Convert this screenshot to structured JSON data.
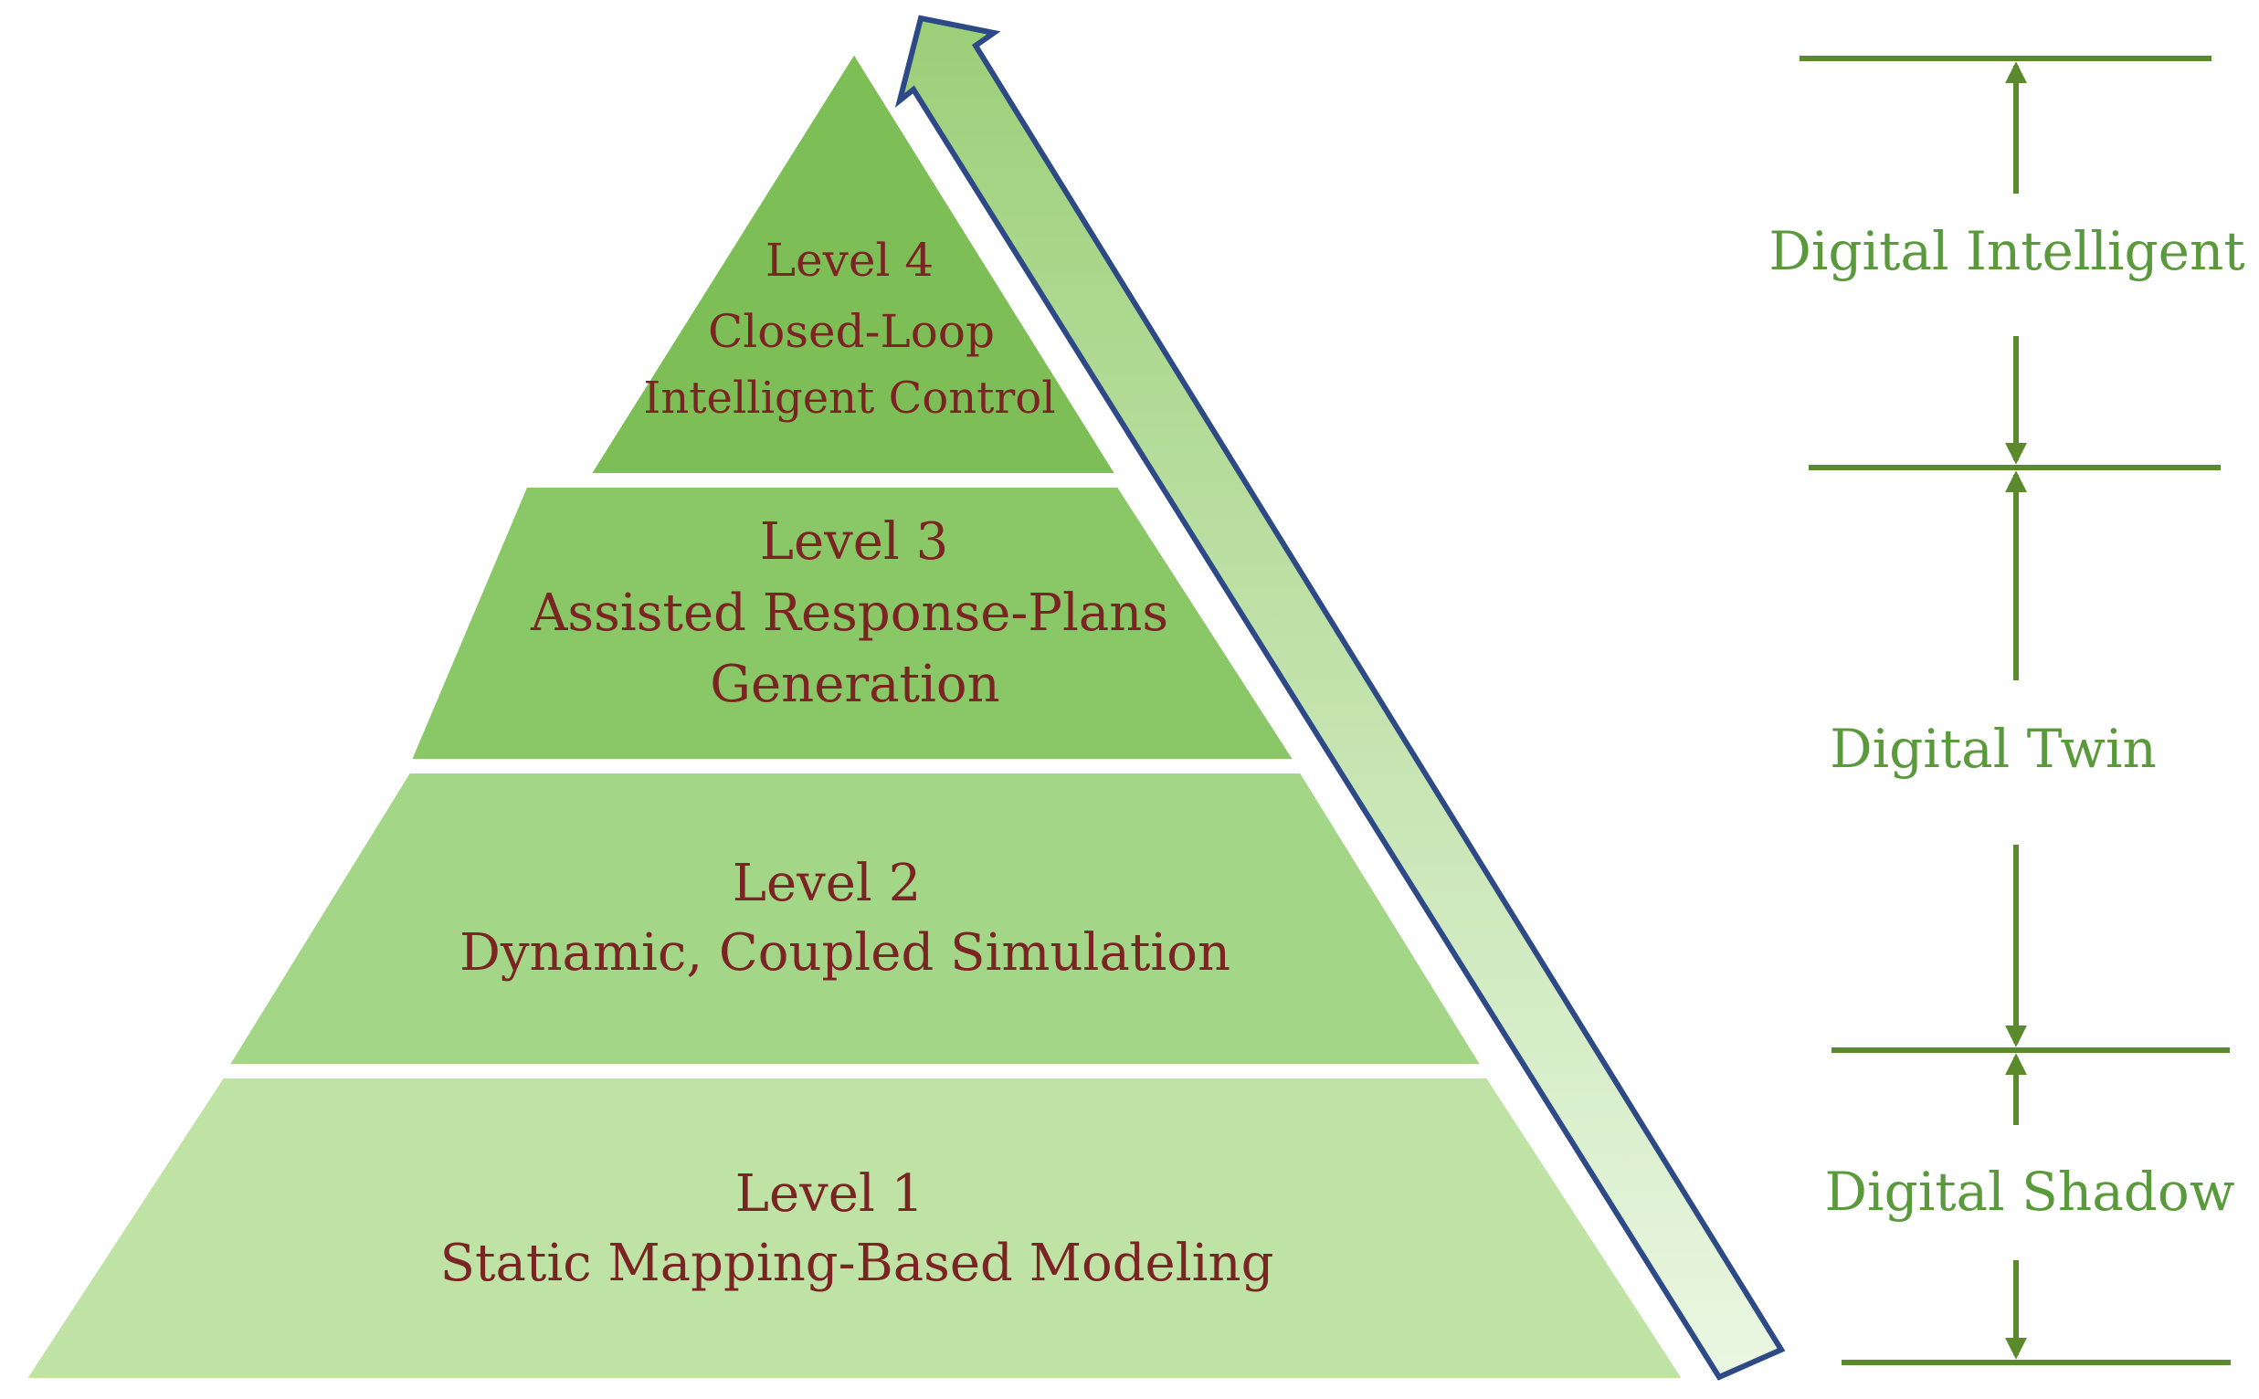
{
  "colors": {
    "background": "#ffffff",
    "level_text": "#7a2424",
    "side_text": "#5a9a3c",
    "side_lines": "#5a8a2c",
    "progress_arrow_border": "#2d4a86",
    "progress_arrow_fill_top": "#9ccf78",
    "progress_arrow_fill_bottom": "#eaf7e2"
  },
  "pyramid": {
    "levels": [
      {
        "id": "level-4",
        "title": "Level  4",
        "lines": [
          "Closed-Loop",
          "Intelligent Control"
        ],
        "color": "#7dbf56"
      },
      {
        "id": "level-3",
        "title": "Level  3",
        "lines": [
          "Assisted Response-Plans",
          "Generation"
        ],
        "color": "#8ac766"
      },
      {
        "id": "level-2",
        "title": "Level  2",
        "lines": [
          "Dynamic,  Coupled Simulation"
        ],
        "color": "#a4d687"
      },
      {
        "id": "level-1",
        "title": "Level  1",
        "lines": [
          "Static  Mapping-Based  Modeling"
        ],
        "color": "#bfe3a4"
      }
    ]
  },
  "progress_arrow": {
    "icon": "upward-progress-arrow"
  },
  "stages": [
    {
      "id": "digital-intelligent",
      "label": "Digital Intelligent"
    },
    {
      "id": "digital-twin",
      "label": "Digital Twin"
    },
    {
      "id": "digital-shadow",
      "label": "Digital Shadow"
    }
  ]
}
